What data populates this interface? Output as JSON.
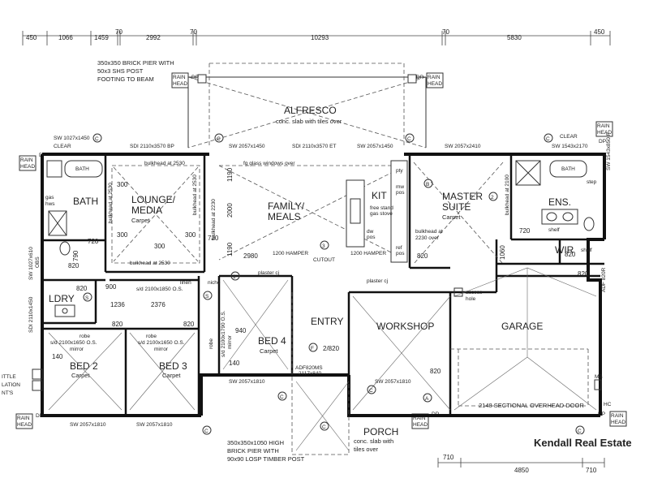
{
  "title_block": {
    "agency": "Kendall Real Estate"
  },
  "top_dimensions": [
    "450",
    "1066",
    "1459",
    "70",
    "2992",
    "70",
    "10293",
    "70",
    "5830",
    "450"
  ],
  "bottom_dimensions": [
    "710",
    "4850",
    "710"
  ],
  "rooms": {
    "alfresco": {
      "name": "ALFRESCO",
      "note": "conc. slab with tiles over"
    },
    "lounge": {
      "name1": "LOUNGE/",
      "name2": "MEDIA",
      "finish": "Carpet"
    },
    "family": {
      "name1": "FAMILY/",
      "name2": "MEALS"
    },
    "kit": {
      "name": "KIT"
    },
    "master": {
      "name1": "MASTER",
      "name2": "SUITE",
      "finish": "Carpet"
    },
    "bath": {
      "name": "BATH"
    },
    "ens": {
      "name": "ENS."
    },
    "wir": {
      "name": "WIR"
    },
    "ldry": {
      "name": "LDRY"
    },
    "entry": {
      "name": "ENTRY"
    },
    "bed4": {
      "name": "BED 4",
      "finish": "Carpet"
    },
    "bed2": {
      "name": "BED 2",
      "finish": "Carpet"
    },
    "bed3": {
      "name": "BED 3",
      "finish": "Carpet"
    },
    "workshop": {
      "name": "WORKSHOP"
    },
    "garage": {
      "name": "GARAGE"
    },
    "porch": {
      "name": "PORCH",
      "note1": "conc. slab with",
      "note2": "tiles over"
    }
  },
  "notes": {
    "pier_top1": "350x350 BRICK PIER WITH",
    "pier_top2": "50x3 SHS POST",
    "pier_top3": "FOOTING TO BEAM",
    "pier_bot1": "350x350x1050 HIGH",
    "pier_bot2": "BRICK PIER WITH",
    "pier_bot3": "90x90 LOSP TIMBER POST",
    "sliding_door": "2148 SECTIONAL OVERHEAD DOOR",
    "glass_windows": "fg glass windows over",
    "bulkhead_2530": "bulkhead at 2530",
    "bulkhead_2230": "bulkhead at 2230",
    "bulkhead_2100": "bulkhead at 2100",
    "bulkhead_2230_over1": "bulkhead at",
    "bulkhead_2230_over2": "2230 over",
    "plaster": "plaster cj",
    "cutout": "CUTOUT",
    "hamper1200": "1200 HAMPER",
    "access1": "access",
    "access2": "hole",
    "stove1": "free stand",
    "stove2": "gas stove",
    "ref": "ref",
    "pos": "pos",
    "dw": "dw",
    "mw": "mw",
    "pty": "pty",
    "linen": "linen",
    "niche": "niche",
    "robe": "robe",
    "shelf": "shelf",
    "clear": "CLEAR",
    "step": "step",
    "gas": "gas",
    "hws": "hws",
    "mb": "MB",
    "hc": "HC",
    "rain": "RAIN",
    "head": "HEAD",
    "dp": "DP",
    "adf": "ADF820MS",
    "adf_size": "2117x840",
    "sd_bed4": "s/d 2100x1790 O.S.",
    "mirror": "mirror",
    "sd_bed2": "s/d 2100x1650 O.S.",
    "sd_bed3": "s/d 2100x1650 O.S.",
    "sd_linen": "s/d 2100x1850 O.S.",
    "sw_top_left": "SW 1027x1450",
    "sdi_left": "SDI 2110x3570 BP",
    "sw_2057": "SW 2057x1450",
    "sdi_et": "SDI 2110x3570 ET",
    "sw_2057b": "SW 2057x1450",
    "sw_2410": "SW 2057x2410",
    "sw_1543": "SW 1543x2170",
    "sw_1543_850": "SW 1543x850 F",
    "sw_bed2": "SW 2057x1810",
    "sw_bed3": "SW 2057x1810",
    "sw_bed4": "SW 2057x1810",
    "sw_workshop": "SW 2057x1810",
    "sw_1027_610": "SW 1027x610",
    "sdi_2110_1450": "SDI 2110x1450",
    "obs": "OBS",
    "adf_820r": "ADF 820R",
    "lation": "LATION",
    "ittle": "ITTLE",
    "nts": "NT'S"
  },
  "dims": {
    "d300a": "300",
    "d300b": "300",
    "d300c": "300",
    "d300d": "300",
    "d720a": "720",
    "d720b": "720",
    "d720c": "720",
    "d820a": "820",
    "d820b": "820",
    "d820c": "820",
    "d820d": "820",
    "d820e": "820",
    "d820f": "820",
    "d820g": "820",
    "d820h": "820",
    "d1236": "1236",
    "d2376": "2376",
    "d2980": "2980",
    "d940": "940",
    "d140a": "140",
    "d140b": "140",
    "d1190a": "1190",
    "d1190b": "1190",
    "d2000": "2000",
    "d900": "900",
    "d790": "790",
    "d1060": "1060",
    "d2820": "2/820"
  },
  "markers": [
    "C",
    "A",
    "B",
    "2",
    "3",
    "1",
    "S",
    "F"
  ]
}
